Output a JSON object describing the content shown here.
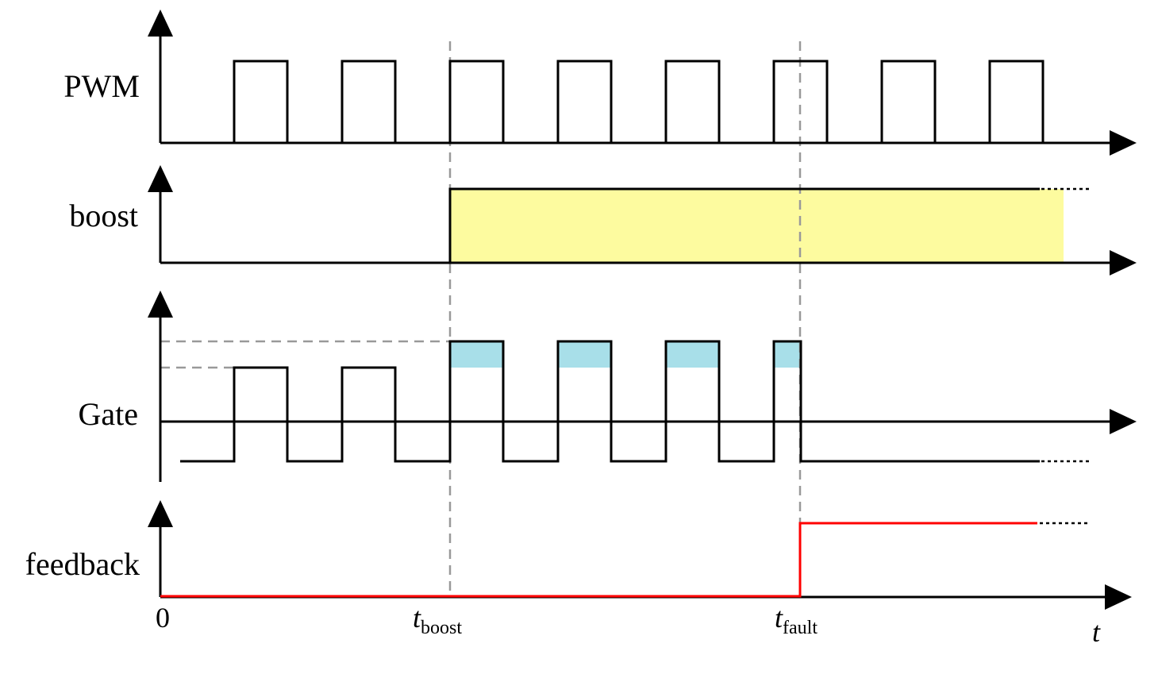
{
  "signals": [
    {
      "id": "pwm",
      "label": "PWM"
    },
    {
      "id": "boost",
      "label": "boost"
    },
    {
      "id": "gate",
      "label": "Gate"
    },
    {
      "id": "feedback",
      "label": "feedback"
    }
  ],
  "time_axis": {
    "origin_label": "0",
    "t_label": "t",
    "events": [
      {
        "id": "boost",
        "symbol": "t",
        "subscript": "boost"
      },
      {
        "id": "fault",
        "symbol": "t",
        "subscript": "fault"
      }
    ]
  },
  "colors": {
    "boost_fill": "#fdfb9f",
    "gate_boost_fill": "#a8dfe9",
    "feedback_line": "#ff0000",
    "guide_line": "#999999"
  }
}
